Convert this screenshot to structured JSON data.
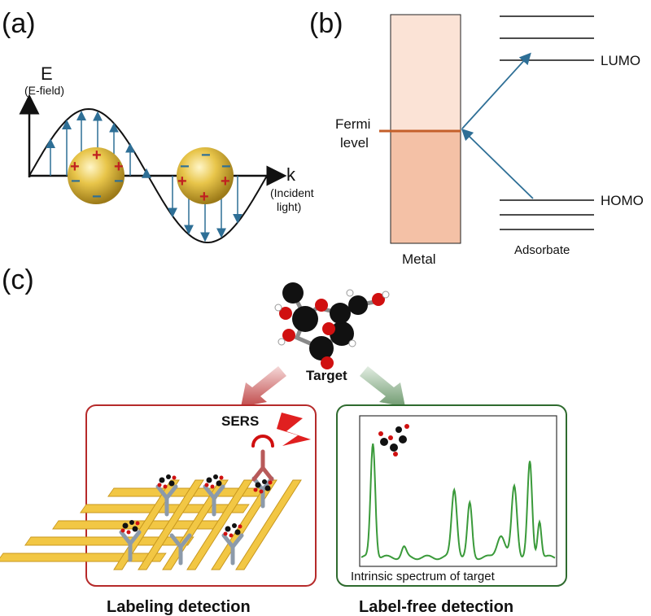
{
  "panels": {
    "a": {
      "label": "(a)",
      "axis_y": "E",
      "axis_y_sub": "(E-field)",
      "axis_x": "k",
      "axis_x_sub_1": "(Incident",
      "axis_x_sub_2": "light)",
      "plus": "+",
      "minus": "−"
    },
    "b": {
      "label": "(b)",
      "fermi_1": "Fermi",
      "fermi_2": "level",
      "lumo": "LUMO",
      "homo": "HOMO",
      "metal": "Metal",
      "adsorbate": "Adsorbate"
    },
    "c": {
      "label": "(c)",
      "target": "Target",
      "sers": "SERS",
      "spectrum_caption": "Intrinsic spectrum of target",
      "left_title": "Labeling detection",
      "right_title": "Label-free detection"
    }
  },
  "colors": {
    "wave": "#111111",
    "field_arrow": "#2e6f96",
    "metal_top": "#fbe3d6",
    "metal_bottom": "#f4c1a6",
    "fermi_line": "#c45f2a",
    "left_box": "#b62a2a",
    "right_box": "#2f6b2f",
    "spectrum": "#3a9a3a",
    "gold": "#e6c040",
    "antibody": "#8c9aaa",
    "sers_bolt": "#e02020"
  }
}
